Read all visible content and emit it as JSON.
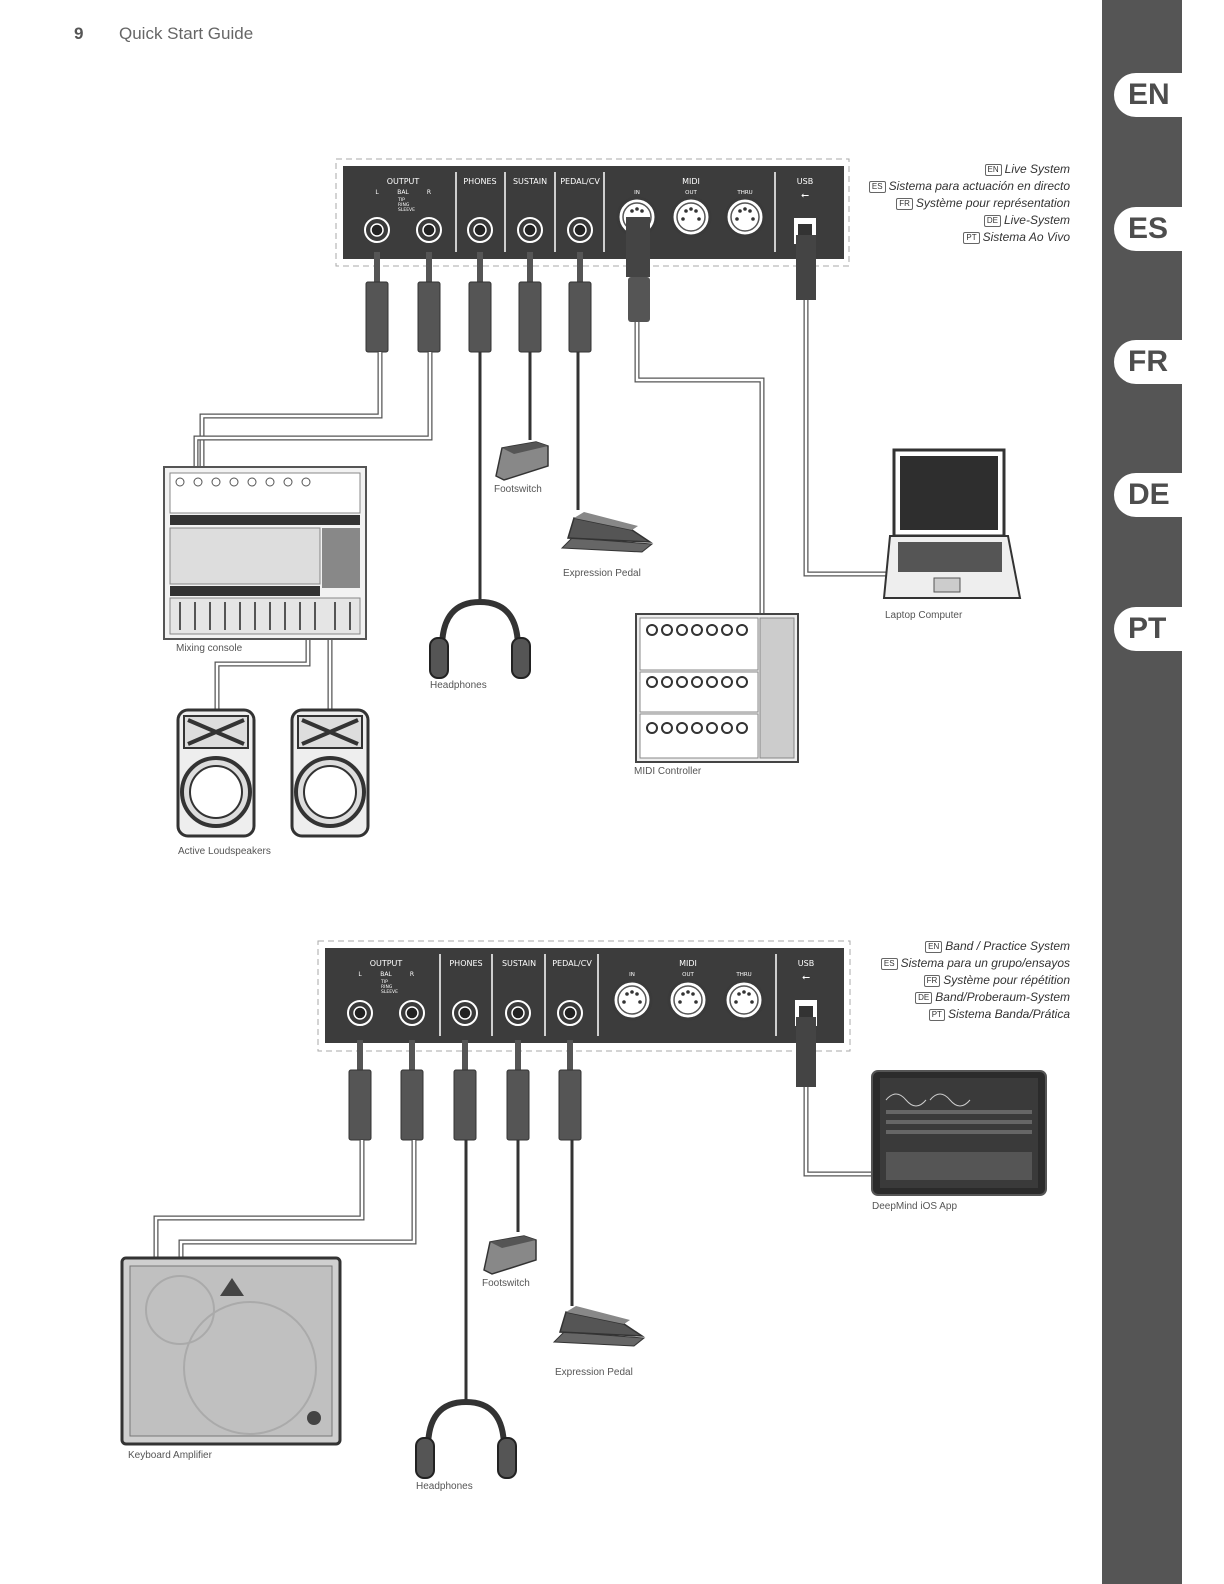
{
  "header": {
    "page_number": "9",
    "title": "Quick Start Guide"
  },
  "language_tabs": [
    "EN",
    "ES",
    "FR",
    "DE",
    "PT"
  ],
  "panel": {
    "sections": [
      "OUTPUT",
      "PHONES",
      "SUSTAIN",
      "PEDAL/CV",
      "MIDI",
      "USB"
    ],
    "output_l": "L",
    "output_bal": "BAL",
    "output_r": "R",
    "legend": [
      "TIP",
      "RING",
      "SLEEVE"
    ],
    "midi_ports": [
      "IN",
      "OUT",
      "THRU"
    ]
  },
  "live_system": [
    {
      "code": "EN",
      "text": "Live System"
    },
    {
      "code": "ES",
      "text": "Sistema para actuación en directo"
    },
    {
      "code": "FR",
      "text": "Système pour représentation"
    },
    {
      "code": "DE",
      "text": "Live-System"
    },
    {
      "code": "PT",
      "text": "Sistema Ao Vivo"
    }
  ],
  "band_system": [
    {
      "code": "EN",
      "text": "Band / Practice System"
    },
    {
      "code": "ES",
      "text": "Sistema para un grupo/ensayos"
    },
    {
      "code": "FR",
      "text": "Système pour répétition"
    },
    {
      "code": "DE",
      "text": "Band/Proberaum-System"
    },
    {
      "code": "PT",
      "text": "Sistema Banda/Prática"
    }
  ],
  "captions": {
    "footswitch_1": "Footswitch",
    "expression_pedal_1": "Expression Pedal",
    "laptop": "Laptop Computer",
    "mixing_console": "Mixing console",
    "headphones_1": "Headphones",
    "midi_controller": "MIDI Controller",
    "loudspeakers": "Active Loudspeakers",
    "ios_app": "DeepMind iOS App",
    "footswitch_2": "Footswitch",
    "expression_pedal_2": "Expression Pedal",
    "keyboard_amp": "Keyboard Amplifier",
    "headphones_2": "Headphones"
  }
}
